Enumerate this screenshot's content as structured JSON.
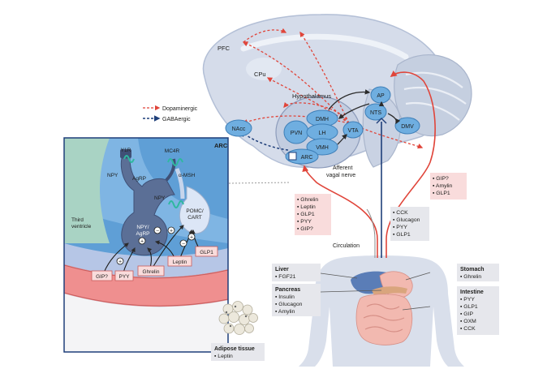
{
  "colors": {
    "dopaminergic": "#e0453a",
    "gabaergic": "#1f3f7a",
    "nucleus_fill": "#6faee0",
    "arc_bg": "#5f9fd6",
    "blood": "#ef8f8f",
    "neuron": "#5b6f96",
    "brain": "#d5dcea",
    "body": "#d9dfeb",
    "pink_box": "#f9dcdc",
    "gray_box": "#e6e7ec"
  },
  "brain": {
    "regions": {
      "pfc": "PFC",
      "cpu": "CPu",
      "nacc": "NAcc",
      "hypothalamus": "Hypothalamus",
      "dmh": "DMH",
      "pvn": "PVN",
      "lh": "LH",
      "vmh": "VMH",
      "arc": "ARC",
      "vta": "VTA",
      "ap": "AP",
      "nts": "NTS",
      "dmv": "DMV"
    },
    "afferent_vagal": [
      "Afferent",
      "vagal nerve"
    ]
  },
  "legend": {
    "dopaminergic": "Dopaminergic",
    "gabaergic": "GABAergic"
  },
  "inset": {
    "title": "ARC",
    "receptors": {
      "y1r": "Y1R",
      "mc4r": "MC4R"
    },
    "labels": {
      "npy_left": "NPY",
      "agrp": "AgRP",
      "amsh": "α-MSH",
      "npy_mid": "NPY",
      "npy_agrp": [
        "NPY/",
        "AgRP"
      ],
      "pomc": [
        "POMC/",
        "CART"
      ],
      "third_ventricle": [
        "Third",
        "ventricle"
      ]
    },
    "hormones": {
      "gip": "GIP?",
      "pyy": "PYY",
      "ghrelin": "Ghrelin",
      "leptin": "Leptin",
      "glp1": "GLP1"
    },
    "signs": [
      "+",
      "+",
      "−",
      "+",
      "−",
      "+"
    ]
  },
  "signal_boxes": {
    "left": [
      "Ghrelin",
      "Leptin",
      "GLP1",
      "PYY",
      "GIP?"
    ],
    "middle": [
      "CCK",
      "Glucagon",
      "PYY",
      "GLP1"
    ],
    "right": [
      "GIP?",
      "Amylin",
      "GLP1"
    ]
  },
  "circulation": "Circulation",
  "organs": {
    "liver": {
      "title": "Liver",
      "items": [
        "FGF21"
      ]
    },
    "pancreas": {
      "title": "Pancreas",
      "items": [
        "Insulin",
        "Glucagon",
        "Amylin"
      ]
    },
    "stomach": {
      "title": "Stomach",
      "items": [
        "Ghrelin"
      ]
    },
    "intestine": {
      "title": "Intestine",
      "items": [
        "PYY",
        "GLP1",
        "GIP",
        "OXM",
        "CCK"
      ]
    },
    "adipose": {
      "title": "Adipose tissue",
      "items": [
        "Leptin"
      ]
    }
  }
}
